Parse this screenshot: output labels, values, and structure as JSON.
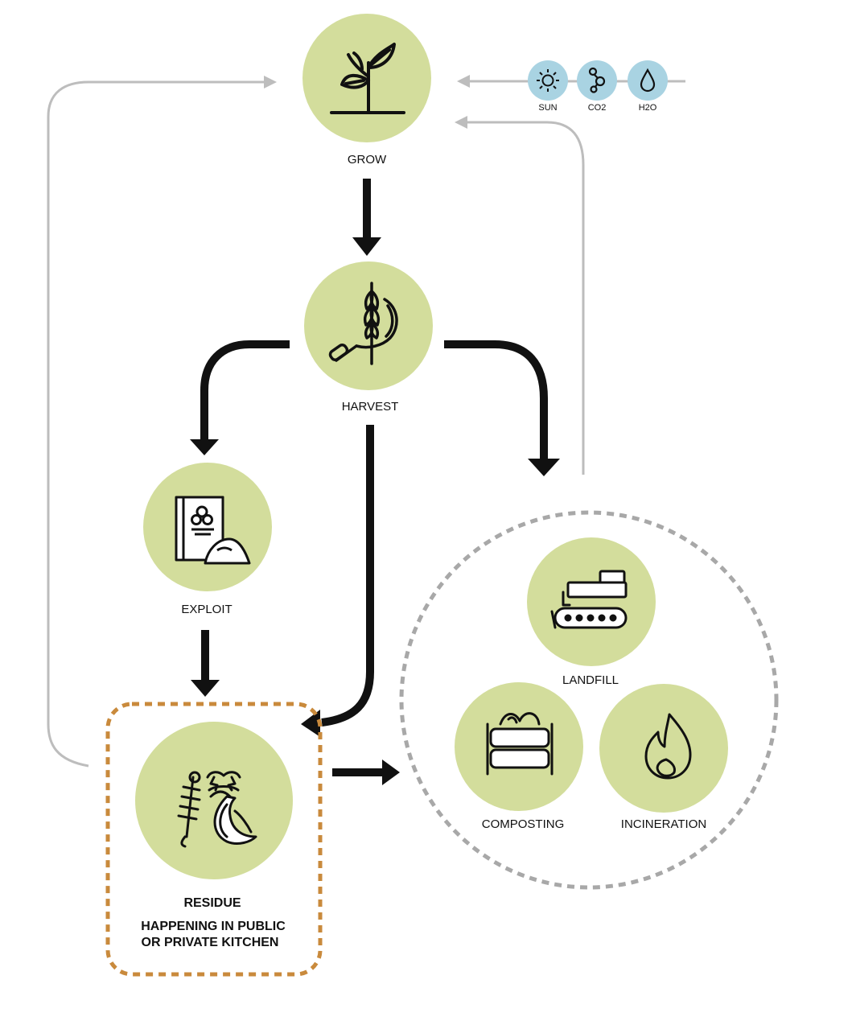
{
  "colors": {
    "node_fill": "#d3dd9c",
    "input_fill": "#a9d3e2",
    "ink": "#111111",
    "feedback_line": "#bdbdbd",
    "residue_border": "#c98a3c",
    "disposal_border": "#a8a8a8"
  },
  "nodes": {
    "grow": {
      "label": "GROW",
      "icon": "sprout-icon"
    },
    "harvest": {
      "label": "HARVEST",
      "icon": "wheat-sickle-icon"
    },
    "exploit": {
      "label": "EXPLOIT",
      "icon": "flour-bag-icon"
    },
    "residue": {
      "label": "RESIDUE",
      "icon": "food-scraps-icon"
    },
    "landfill": {
      "label": "LANDFILL",
      "icon": "bulldozer-icon"
    },
    "composting": {
      "label": "COMPOSTING",
      "icon": "compost-bin-icon"
    },
    "incineration": {
      "label": "INCINERATION",
      "icon": "flame-icon"
    }
  },
  "residue_note": {
    "line1": "HAPPENING IN PUBLIC",
    "line2": "OR PRIVATE KITCHEN"
  },
  "inputs": [
    {
      "label": "SUN",
      "icon": "sun-icon"
    },
    {
      "label": "CO2",
      "icon": "molecule-icon"
    },
    {
      "label": "H2O",
      "icon": "water-drop-icon"
    }
  ]
}
